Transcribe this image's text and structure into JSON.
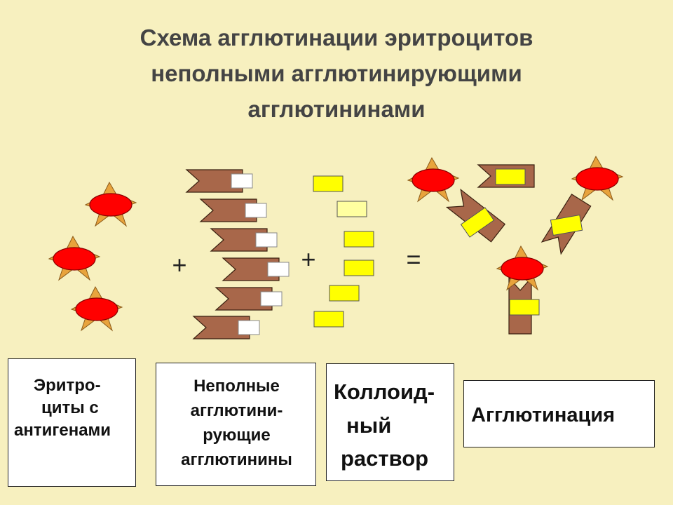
{
  "title": {
    "lines": [
      "Схема агглютинации эритроцитов",
      "неполными агглютинирующими",
      "агглютининами"
    ]
  },
  "operators": {
    "plus1": "+",
    "plus2": "+",
    "equals": "="
  },
  "boxes": {
    "erythrocytes": [
      "Эритро-",
      "циты с",
      "антигенами"
    ],
    "agglutinins": [
      "Неполные",
      "агглютини-",
      "рующие",
      "агглютинины"
    ],
    "colloid": [
      "Коллоид-",
      "ный",
      "раствор"
    ],
    "agglutination": [
      "Агглютинация"
    ]
  },
  "colors": {
    "background": "#f7f0bf",
    "cell_red": "#ff0000",
    "antigen_orange": "#e8a33c",
    "antibody_brown": "#a8674a",
    "colloid_yellow": "#ffff00",
    "colloid_pale": "#ffffa0"
  }
}
